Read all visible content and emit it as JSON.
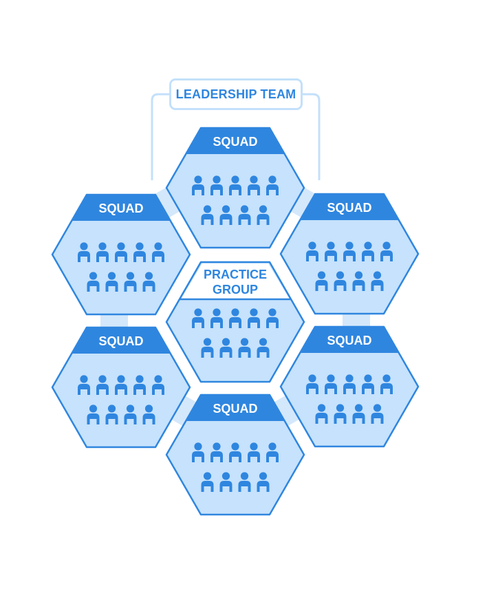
{
  "leadership": {
    "label": "LEADERSHIP TEAM"
  },
  "squads": [
    {
      "label": "SQUAD"
    },
    {
      "label": "SQUAD"
    },
    {
      "label": "SQUAD"
    },
    {
      "label": "SQUAD"
    },
    {
      "label": "SQUAD"
    },
    {
      "label": "SQUAD"
    }
  ],
  "practice_group": {
    "label_line1": "PRACTICE",
    "label_line2": "GROUP"
  },
  "people_per_unit": {
    "top_row": 5,
    "bottom_row": 4
  },
  "colors": {
    "hex_fill": "#c6e2fc",
    "hex_stroke": "#2f86df",
    "header_fill": "#2f86df",
    "ring": "#d4e8fb",
    "connector": "#c3e0fb",
    "person": "#2f86df",
    "label_light": "#ffffff",
    "label_dark": "#2e86e0"
  },
  "icons": {
    "person": "person-icon"
  }
}
